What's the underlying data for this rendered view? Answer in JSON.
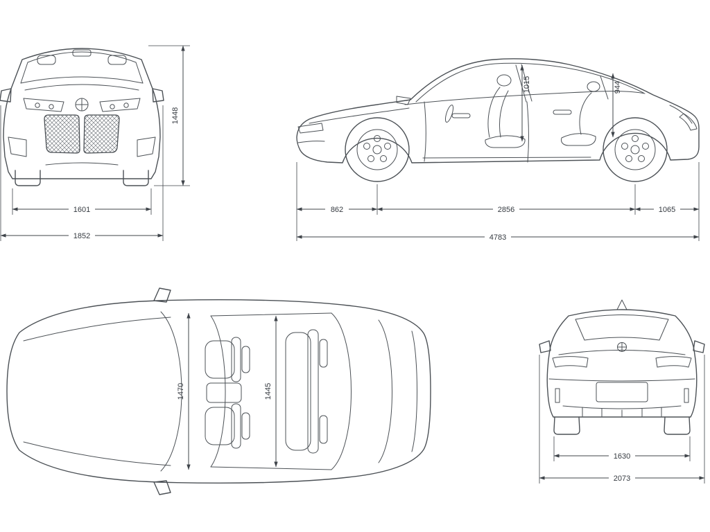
{
  "front_view": {
    "height": "1448",
    "track_width": "1601",
    "overall_width": "1852"
  },
  "side_view": {
    "front_headroom": "1015",
    "rear_headroom": "944",
    "front_overhang": "862",
    "wheelbase": "2856",
    "rear_overhang": "1065",
    "overall_length": "4783"
  },
  "top_view": {
    "front_interior_width": "1470",
    "rear_interior_width": "1445"
  },
  "rear_view": {
    "track_width": "1630",
    "overall_width_incl_mirrors": "2073"
  },
  "colors": {
    "car_line": "#4b5055",
    "dimension_line": "#3f444a",
    "background": "#ffffff"
  }
}
